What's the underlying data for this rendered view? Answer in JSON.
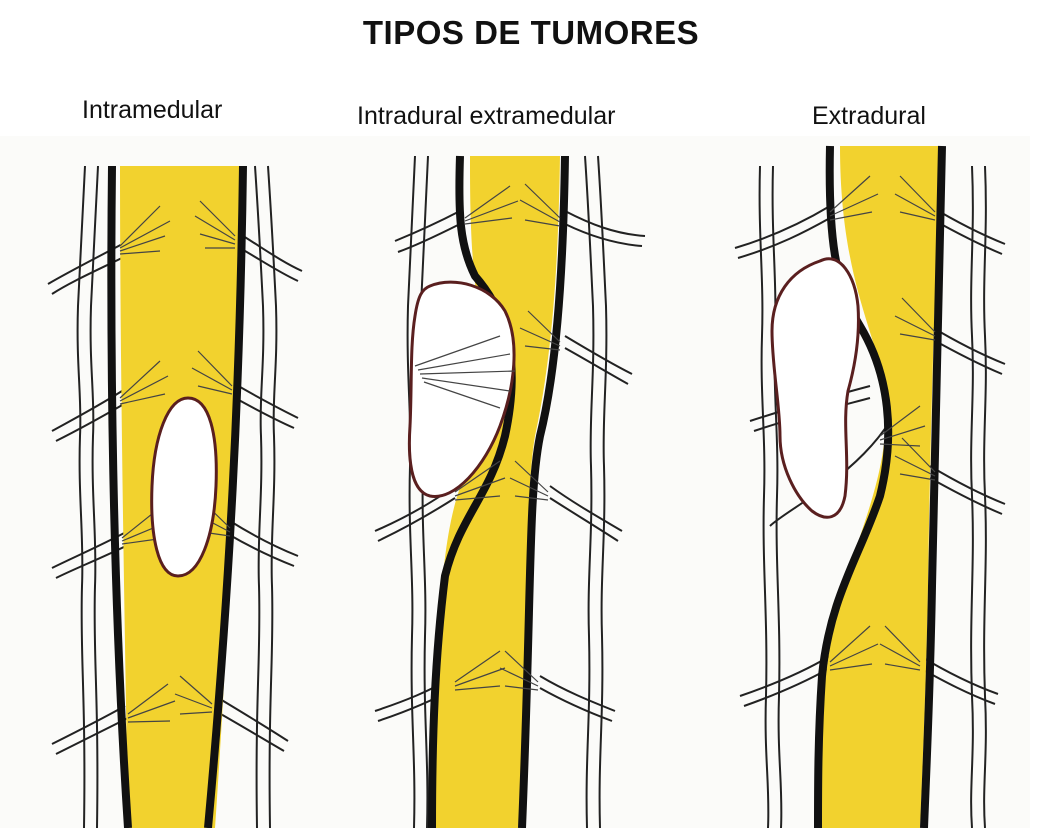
{
  "title": "TIPOS DE TUMORES",
  "panels": [
    {
      "label": "Intramedular"
    },
    {
      "label": "Intradural extramedular"
    },
    {
      "label": "Extradural"
    }
  ],
  "colors": {
    "spinal_cord": "#f2d22e",
    "dura_line": "#111111",
    "tumor_fill": "#ffffff",
    "tumor_outline": "#5a1f1f",
    "paper": "#fbfbf9"
  }
}
